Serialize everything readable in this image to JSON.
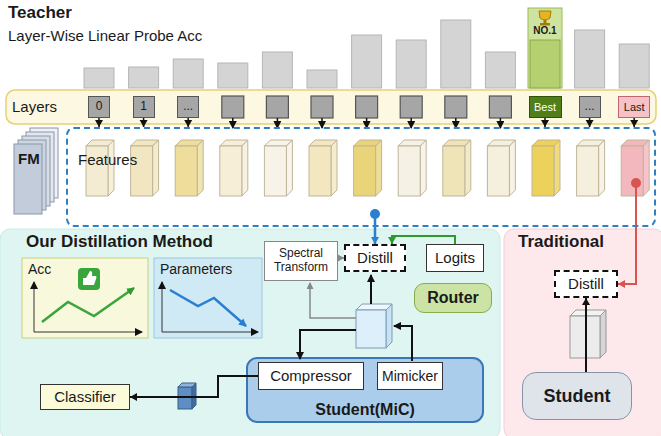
{
  "diagram": {
    "nodes": [
      {
        "text": [
          "Layers"
        ]
      },
      {
        "text": [
          "0"
        ],
        "in": 0
      },
      {
        "text": [
          "1"
        ],
        "in": 0
      },
      {
        "text": [
          "..."
        ],
        "in": 0
      },
      {
        "text": [
          "Best"
        ],
        "in": 0
      },
      {
        "text": [
          "..."
        ],
        "in": 0
      },
      {
        "text": [
          "Last"
        ],
        "in": 0
      },
      {
        "text": [
          "Features"
        ]
      },
      {
        "text": [
          "Our Distillation Method"
        ]
      },
      {
        "text": [
          "Acc"
        ],
        "in": 8
      },
      {
        "text": [
          "Parameters"
        ],
        "in": 8
      },
      {
        "text": [
          "Spectral Transform"
        ],
        "in": 8
      },
      {
        "text": [
          "Distill"
        ],
        "in": 8
      },
      {
        "text": [
          "Logits"
        ],
        "in": 8
      },
      {
        "text": [
          "Router"
        ],
        "in": 8
      },
      {
        "text": [
          "Student(MiC)"
        ],
        "in": 8
      },
      {
        "text": [
          "Compressor"
        ],
        "in": 15
      },
      {
        "text": [
          "Mimicker"
        ],
        "in": 15
      },
      {
        "text": [
          "Classifier"
        ],
        "in": 8
      },
      {
        "text": [
          "Traditional"
        ]
      },
      {
        "text": [
          "Distill"
        ],
        "in": 19
      },
      {
        "text": [
          "Student"
        ],
        "in": 19
      }
    ],
    "edges": [
      {
        "from": 1,
        "to": 7,
        "arrow": "to"
      },
      {
        "from": 2,
        "to": 7,
        "arrow": "to"
      },
      {
        "from": 3,
        "to": 7,
        "arrow": "to"
      },
      {
        "from": 4,
        "to": 7,
        "arrow": "to"
      },
      {
        "from": 5,
        "to": 7,
        "arrow": "to"
      },
      {
        "from": 6,
        "to": 7,
        "arrow": "to"
      },
      {
        "from": 7,
        "to": 12,
        "arrow": "to"
      },
      {
        "from": 11,
        "to": 12,
        "arrow": "to"
      },
      {
        "from": 13,
        "to": 12,
        "arrow": "to"
      },
      {
        "from": 16,
        "to": 18,
        "arrow": "to"
      },
      {
        "from": 21,
        "to": 20,
        "arrow": "to"
      },
      {
        "from": 7,
        "to": 20,
        "arrow": "to"
      }
    ],
    "labels": [
      "Teacher",
      "Layer-Wise Linear Probe Acc",
      "NO.1",
      "FM"
    ]
  }
}
